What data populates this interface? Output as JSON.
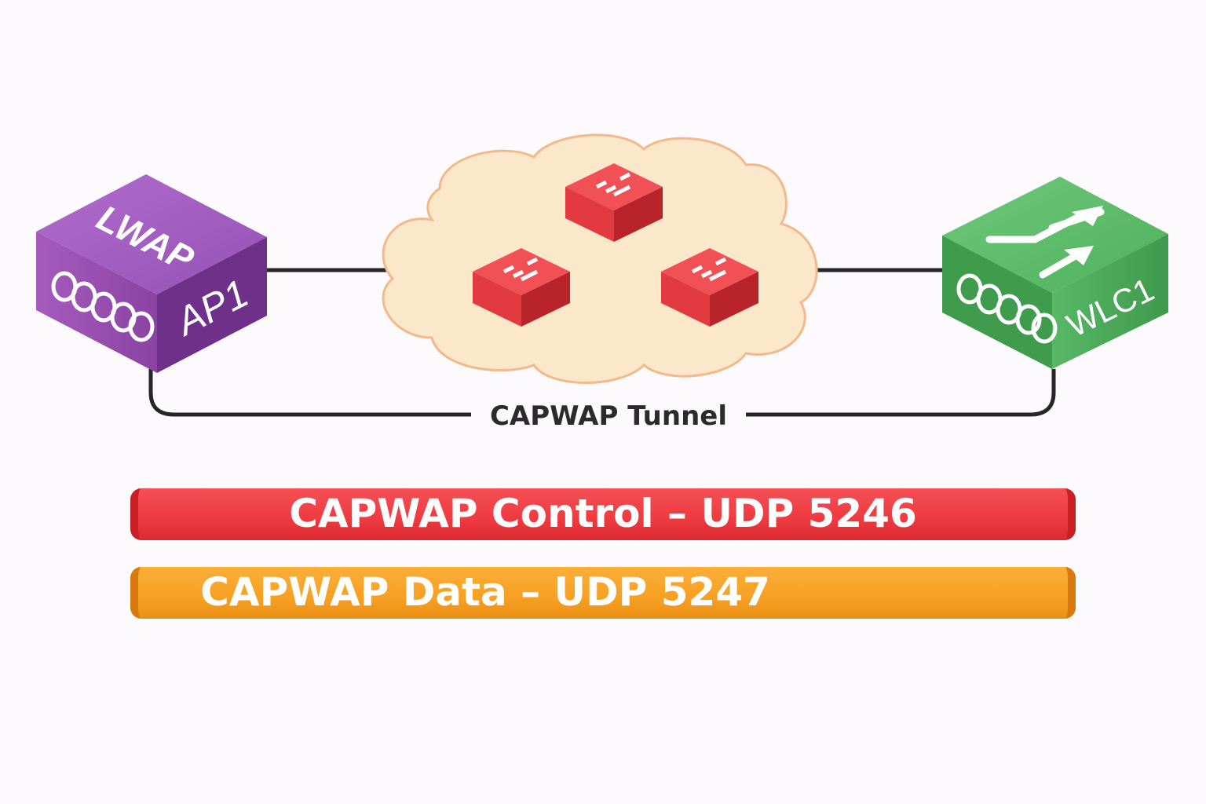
{
  "devices": {
    "ap": {
      "top_label": "LWAP",
      "side_label": "AP1",
      "color": "#8f4aa8"
    },
    "wlc": {
      "side_label": "WLC1",
      "color": "#4aa857"
    }
  },
  "network": {
    "cloud_color": "#fbe7c9",
    "router_color": "#e83a3f"
  },
  "tunnel": {
    "label": "CAPWAP Tunnel"
  },
  "channels": {
    "control": {
      "label": "CAPWAP Control – UDP 5246",
      "color": "#ee3a40"
    },
    "data": {
      "label": "CAPWAP Data – UDP 5247",
      "color": "#f7a023"
    }
  }
}
